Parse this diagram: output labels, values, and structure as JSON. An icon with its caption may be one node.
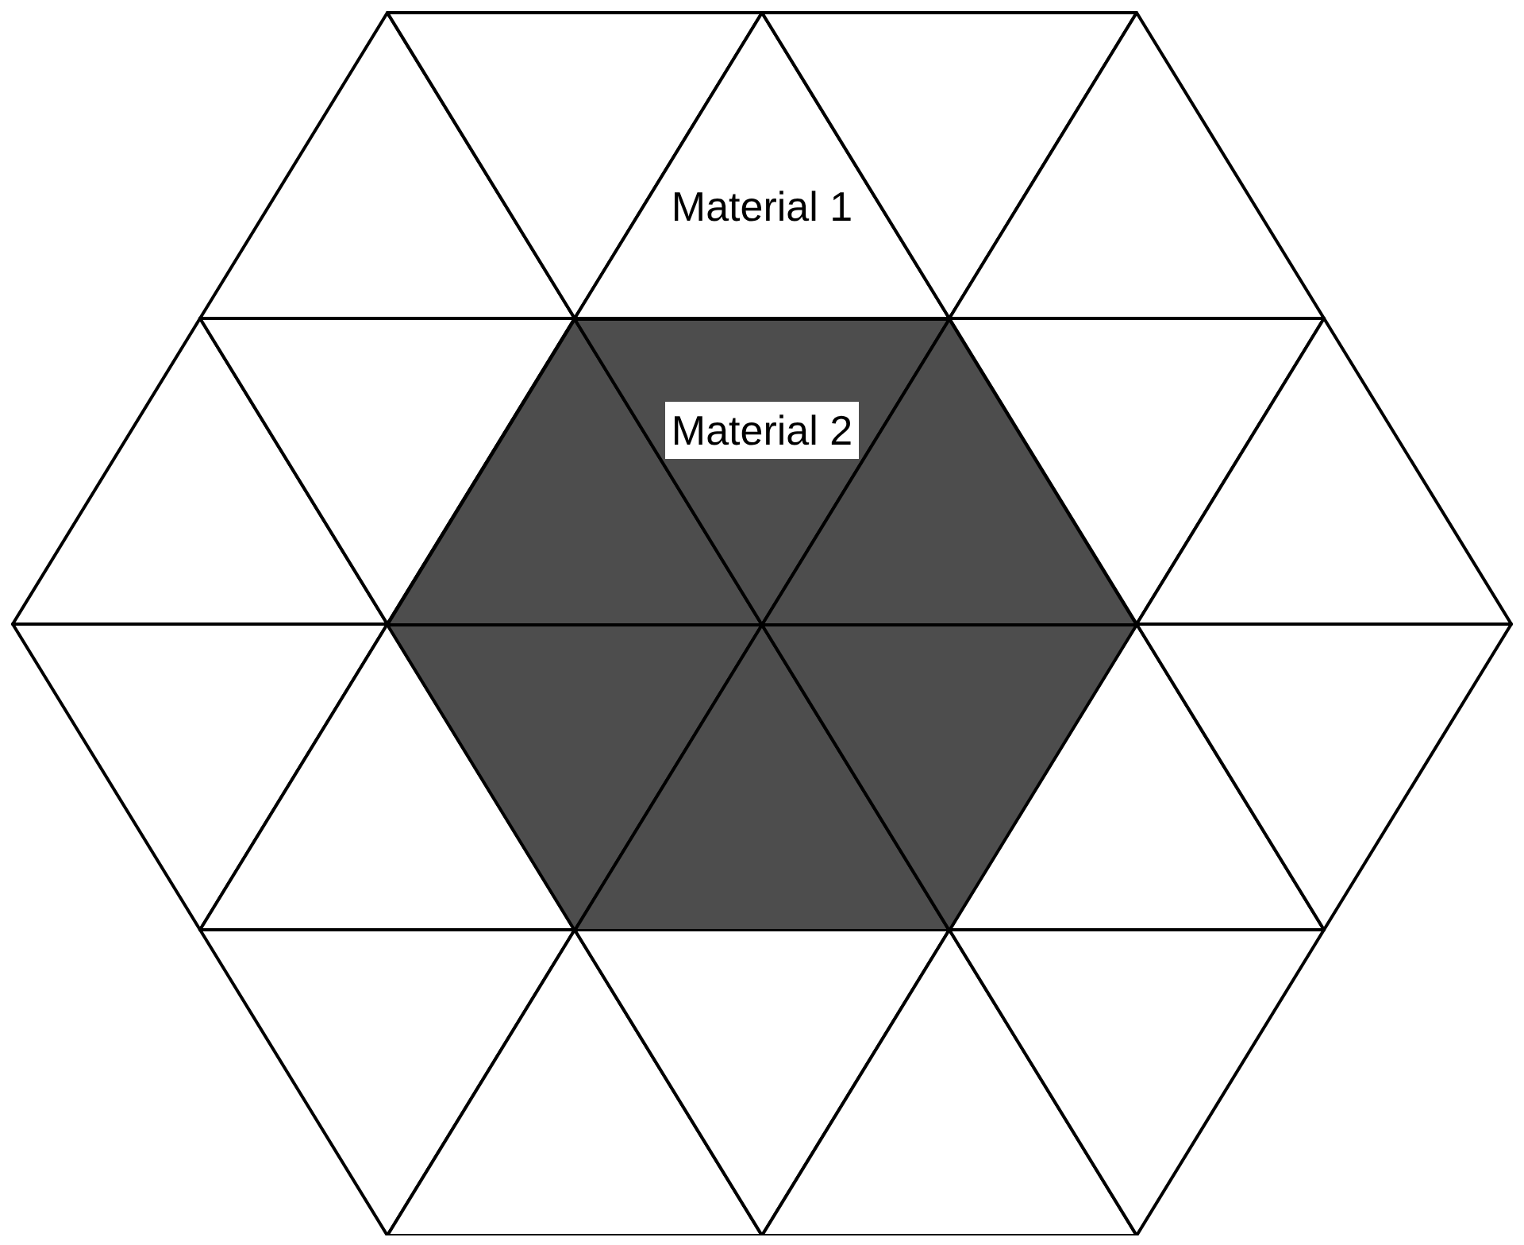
{
  "diagram": {
    "nodes": [
      {
        "text": [
          "Material 1"
        ]
      },
      {
        "text": [
          "Material 2"
        ],
        "in": 0
      }
    ]
  }
}
